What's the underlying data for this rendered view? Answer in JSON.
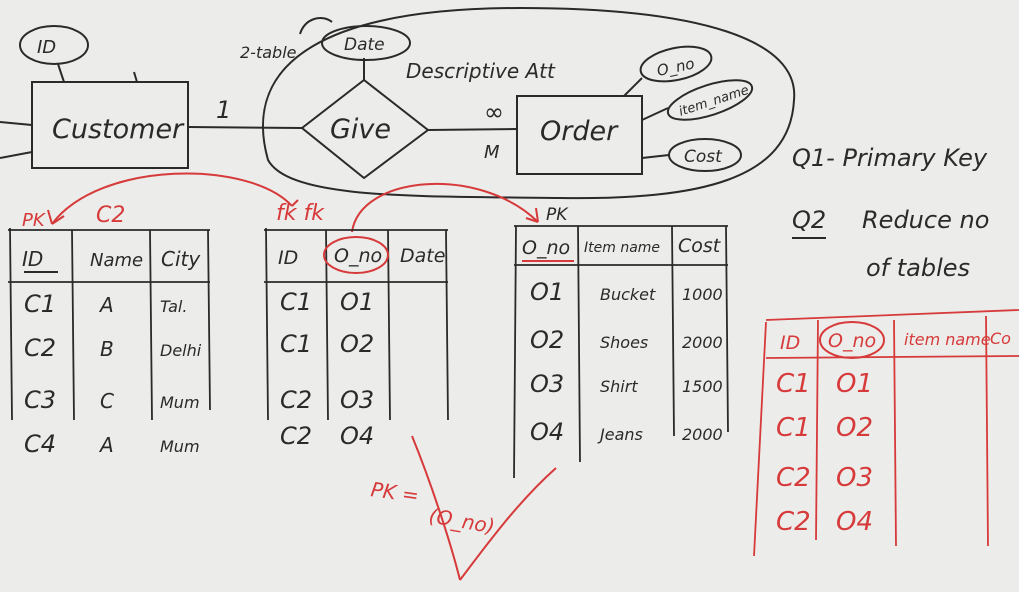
{
  "colors": {
    "board": "#ececea",
    "ink": "#2a2a2a",
    "marker_red": "#d63a3a"
  },
  "er": {
    "customer": {
      "label": "Customer",
      "attribute": "ID"
    },
    "give": {
      "label": "Give",
      "attribute": "Date",
      "annotation": "2-table"
    },
    "order": {
      "label": "Order",
      "attributes": [
        "O_no",
        "item_name",
        "Cost"
      ]
    },
    "cardinality_one": "1",
    "cardinality_many": "∞",
    "cardinality_m": "M",
    "descriptive_note": "Descriptive Att"
  },
  "customer_table": {
    "pk_label": "PK",
    "mark": "C2",
    "headers": [
      "ID",
      "Name",
      "City"
    ],
    "rows": [
      [
        "C1",
        "A",
        "Tal."
      ],
      [
        "C2",
        "B",
        "Delhi"
      ],
      [
        "C3",
        "C",
        "Mum"
      ],
      [
        "C4",
        "A",
        "Mum"
      ]
    ]
  },
  "give_table": {
    "fk_label": "fk fk",
    "headers": [
      "ID",
      "O_no",
      "Date"
    ],
    "rows": [
      [
        "C1",
        "O1",
        ""
      ],
      [
        "C1",
        "O2",
        ""
      ],
      [
        "C2",
        "O3",
        ""
      ],
      [
        "C2",
        "O4",
        ""
      ]
    ],
    "pk_note": "PK =",
    "pk_value": "(O_no)"
  },
  "order_table": {
    "pk_label": "PK",
    "headers": [
      "O_no",
      "Item name",
      "Cost"
    ],
    "rows": [
      [
        "O1",
        "Bucket",
        "1000"
      ],
      [
        "O2",
        "Shoes",
        "2000"
      ],
      [
        "O3",
        "Shirt",
        "1500"
      ],
      [
        "O4",
        "Jeans",
        "2000"
      ]
    ]
  },
  "questions": {
    "q1": "Q1- Primary Key",
    "q2_label": "Q2",
    "q2_text_1": "Reduce no",
    "q2_text_2": "of tables"
  },
  "merged_table": {
    "headers": [
      "ID",
      "O_no",
      "item name",
      "Co"
    ],
    "rows": [
      [
        "C1",
        "O1"
      ],
      [
        "C1",
        "O2"
      ],
      [
        "C2",
        "O3"
      ],
      [
        "C2",
        "O4"
      ]
    ]
  }
}
